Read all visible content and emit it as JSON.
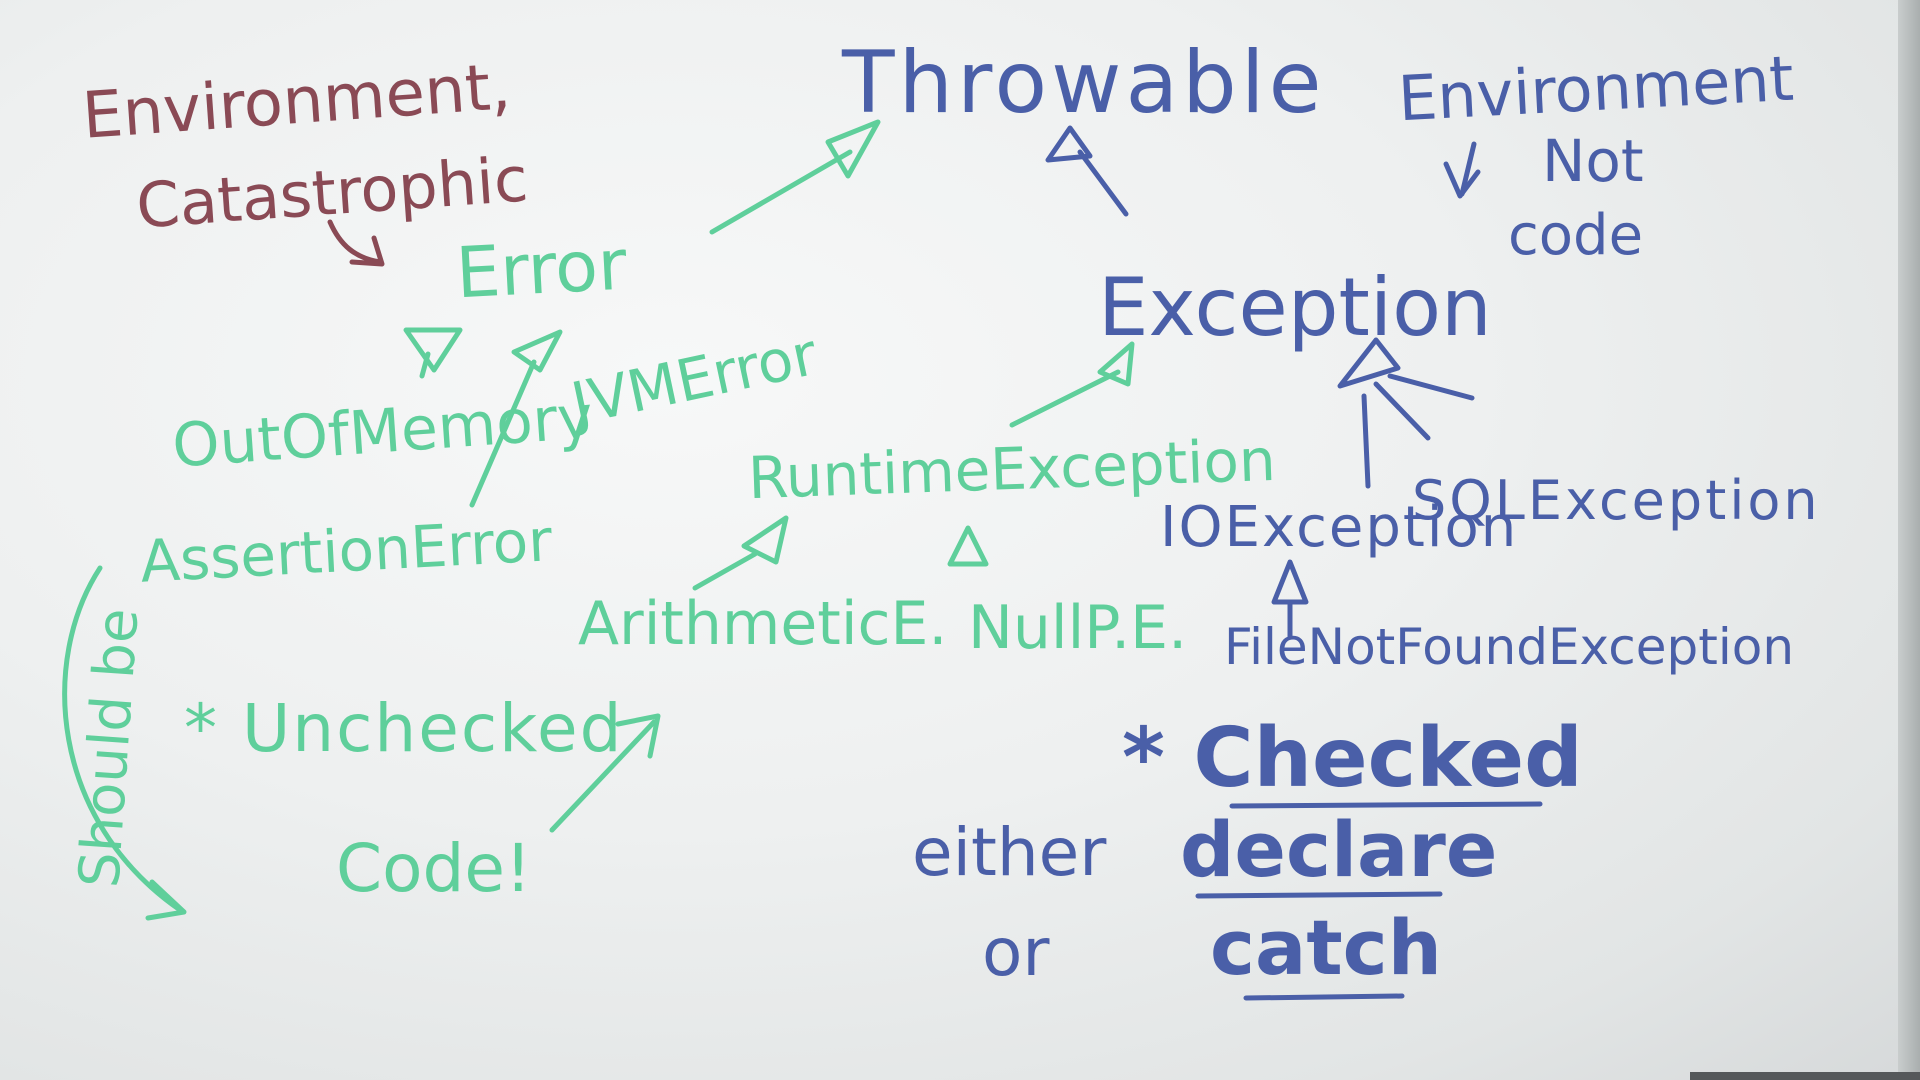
{
  "colors": {
    "green_marker": "#5fcf9b",
    "blue_marker": "#4a5fa8",
    "maroon_marker": "#8a4a55",
    "board": "#eef0f0"
  },
  "hierarchy": {
    "root": "Throwable",
    "error": {
      "label": "Error",
      "note_line1": "Environment,",
      "note_line2": "Catastrophic",
      "children": [
        "OutOfMemory",
        "JVMError",
        "AssertionError"
      ]
    },
    "exception": {
      "label": "Exception",
      "note_line1": "Environment",
      "note_line2": "Not",
      "note_line3": "code",
      "children": [
        "RuntimeException",
        "IOException",
        "SQLException"
      ],
      "runtime_children": [
        "ArithmeticE.",
        "NullP.E."
      ],
      "io_children": [
        "FileNotFoundException"
      ]
    }
  },
  "unchecked": {
    "label": "* Unchecked",
    "side_note": "Should be",
    "code_note": "Code!"
  },
  "checked": {
    "label": "* Checked",
    "line1_prefix": "either",
    "line1_word": "declare",
    "line2_prefix": "or",
    "line2_word": "catch"
  }
}
